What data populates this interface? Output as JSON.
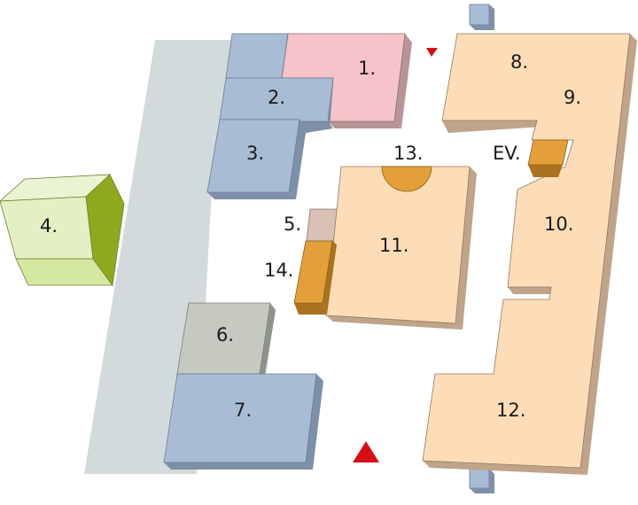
{
  "labels": {
    "b1": "1.",
    "b2": "2.",
    "b3": "3.",
    "b4": "4.",
    "b5": "5.",
    "b6": "6.",
    "b7": "7.",
    "b8": "8.",
    "b9": "9.",
    "b10": "10.",
    "b11": "11.",
    "b12": "12.",
    "b13": "13.",
    "b14": "14.",
    "ev": "EV."
  },
  "colors": {
    "blue": "#a9bcd6",
    "blue_side": "#7e8fa8",
    "pink": "#f6c4c8",
    "pink_side": "#b79497",
    "peach": "#fdddb7",
    "peach_side": "#bfa48a",
    "orange": "#e3a03a",
    "orange_side": "#a9721f",
    "green_light": "#e3f0c4",
    "green_dark": "#8fa91e",
    "grey_green": "#c5c9c0",
    "grey_green_side": "#8f948b",
    "tan": "#d9c1b5",
    "path_grey": "#d3dadb",
    "marker_red": "#d60f17"
  }
}
